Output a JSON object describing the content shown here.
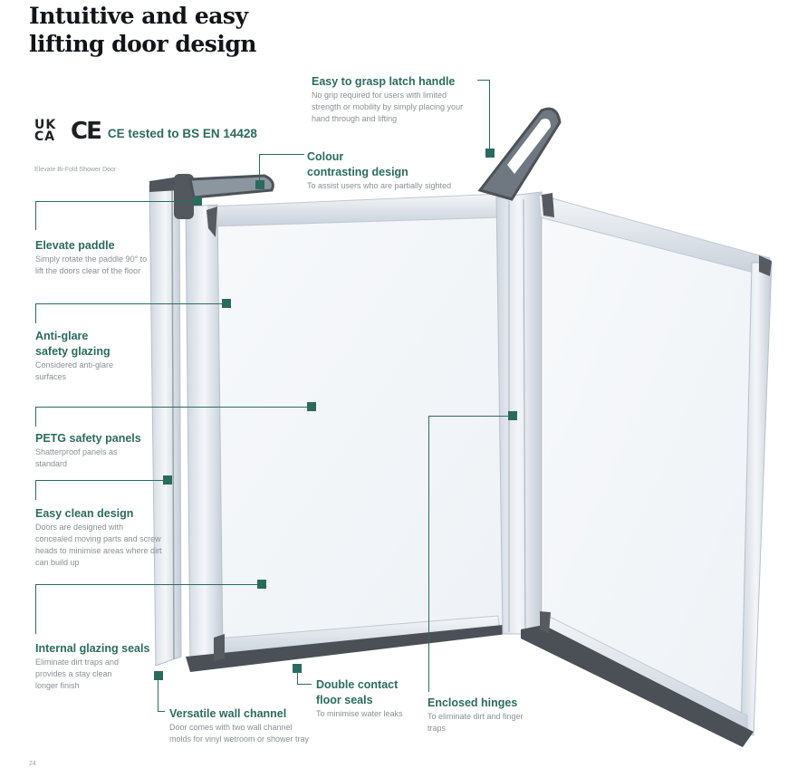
{
  "header": {
    "title_line1": "Intuitive and easy",
    "title_line2": "lifting door design"
  },
  "certification": {
    "ukca_line1": "UK",
    "ukca_line2": "CA",
    "ce_mark": "CE",
    "text": "CE tested to BS EN 14428"
  },
  "product_caption": "Elevate Bi-Fold Shower Door",
  "accent_color": "#2b6b5e",
  "features": [
    {
      "title": "Easy to grasp latch handle",
      "description": "No grip required for users with limited strength or mobility by simply placing your hand through and lifting"
    },
    {
      "title_line1": "Colour",
      "title_line2": "contrasting design",
      "description": "To assist users who are partially sighted"
    },
    {
      "title": "Elevate paddle",
      "description": "Simply rotate the paddle 90° to lift the doors clear of the floor"
    },
    {
      "title_line1": "Anti-glare",
      "title_line2": "safety glazing",
      "description": "Considered anti-glare surfaces"
    },
    {
      "title": "PETG safety panels",
      "description": "Shatterproof panels as standard"
    },
    {
      "title": "Easy clean design",
      "description": "Doors are designed with concealed moving parts and screw heads to minimise areas where dirt can build up"
    },
    {
      "title": "Internal glazing seals",
      "description": "Eliminate dirt traps and provides a stay clean longer finish"
    },
    {
      "title": "Versatile wall channel",
      "description": "Door comes with two wall channel molds for vinyl wetroom or shower tray"
    },
    {
      "title_line1": "Double contact",
      "title_line2": "floor seals",
      "description": "To minimise water leaks"
    },
    {
      "title": "Enclosed hinges",
      "description": "To eliminate dirt and finger traps"
    }
  ],
  "page_number": "24"
}
